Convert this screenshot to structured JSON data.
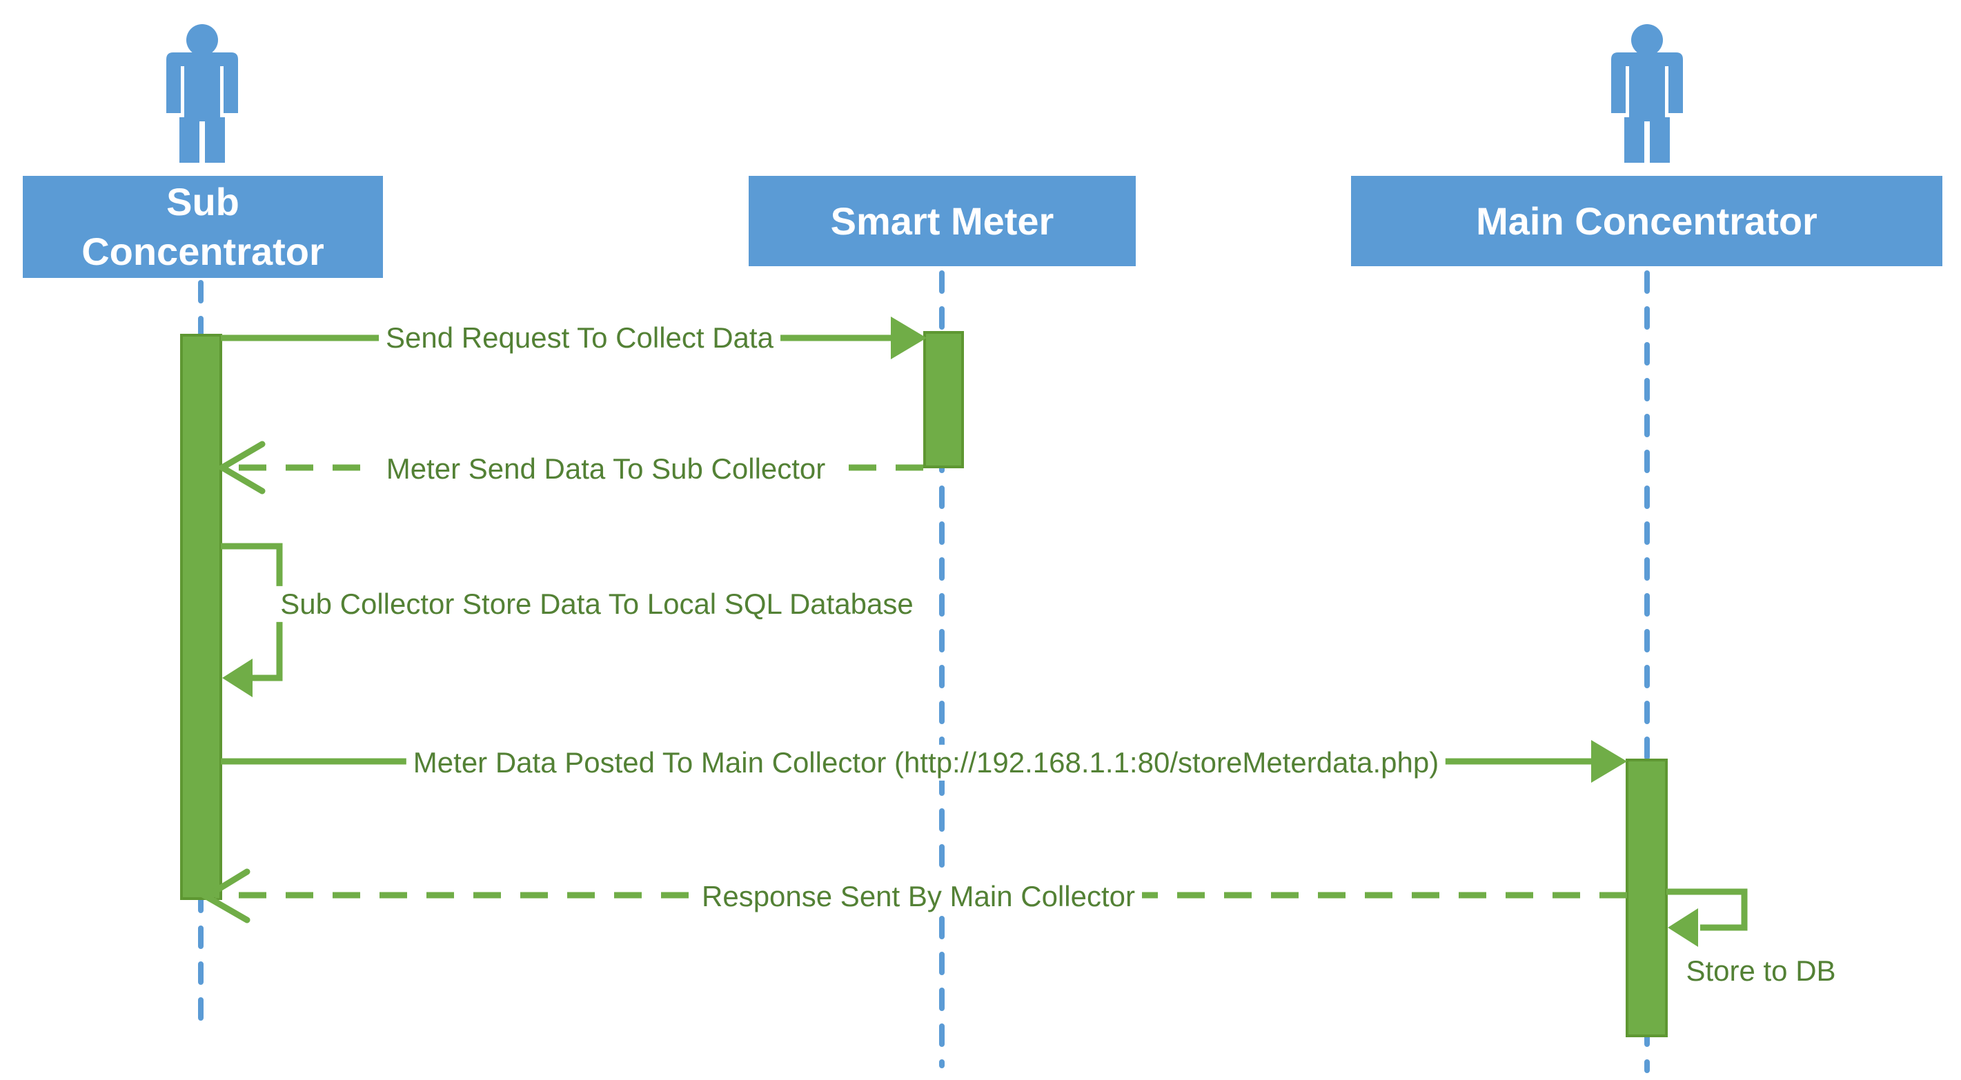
{
  "diagram": {
    "type": "uml-sequence-diagram",
    "colors": {
      "actor_blue": "#5B9BD5",
      "activation_green": "#70AD47",
      "activation_border_green": "#5E9732",
      "message_text_green": "#538135"
    },
    "actors": [
      {
        "id": "sub",
        "label": "Sub Concentrator",
        "person_icon": true
      },
      {
        "id": "smart",
        "label": "Smart Meter",
        "person_icon": false
      },
      {
        "id": "main",
        "label": "Main Concentrator",
        "person_icon": true
      }
    ],
    "messages": [
      {
        "from": "sub",
        "to": "smart",
        "style": "solid",
        "label": "Send Request To Collect Data"
      },
      {
        "from": "smart",
        "to": "sub",
        "style": "dashed",
        "label": "Meter Send Data To Sub Collector"
      },
      {
        "from": "sub",
        "to": "sub",
        "style": "self-loop",
        "label": "Sub Collector Store Data To Local SQL Database"
      },
      {
        "from": "sub",
        "to": "main",
        "style": "solid",
        "label": "Meter Data Posted To Main Collector (http://192.168.1.1:80/storeMeterdata.php)"
      },
      {
        "from": "main",
        "to": "sub",
        "style": "dashed",
        "label": "Response Sent By Main Collector"
      },
      {
        "from": "main",
        "to": "main",
        "style": "self-loop",
        "label": "Store to DB"
      }
    ]
  }
}
